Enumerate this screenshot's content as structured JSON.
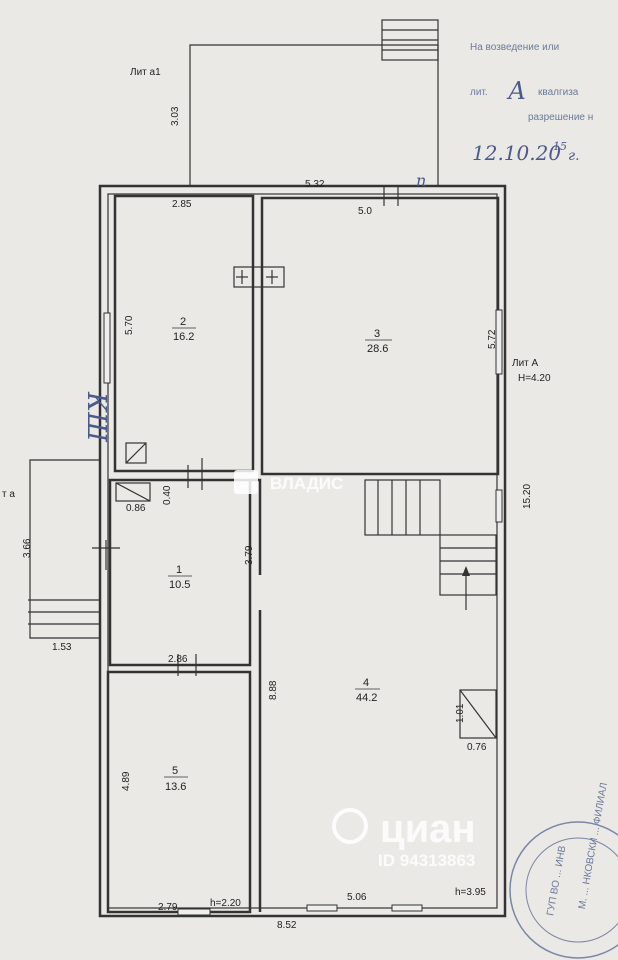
{
  "labels": {
    "lit_a1": "Лит а1",
    "lit_a_main": "Лит А",
    "height_main": "H=4.20",
    "lit_a_small": "т а",
    "h_395": "h=3.95",
    "h_220": "h=2.20"
  },
  "dimensions": {
    "d_3_03": "3.03",
    "d_5_32": "5.32",
    "d_5_0": "5.0",
    "d_2_85": "2.85",
    "d_5_70": "5.70",
    "d_5_72": "5.72",
    "d_15_20": "15.20",
    "d_0_40": "0.40",
    "d_0_86": "0.86",
    "d_3_79": "3.79",
    "d_3_66": "3.66",
    "d_1_53": "1.53",
    "d_2_86": "2.86",
    "d_8_88": "8.88",
    "d_1_01": "1.01",
    "d_0_76": "0.76",
    "d_4_89": "4.89",
    "d_2_79": "2.79",
    "d_5_06": "5.06",
    "d_8_52": "8.52"
  },
  "rooms": [
    {
      "number": "2",
      "area": "16.2"
    },
    {
      "number": "3",
      "area": "28.6"
    },
    {
      "number": "1",
      "area": "10.5"
    },
    {
      "number": "4",
      "area": "44.2"
    },
    {
      "number": "5",
      "area": "13.6"
    }
  ],
  "handwriting": {
    "letters_ku": "КШ",
    "letter_a": "А",
    "date": "12.10.20",
    "date_sup": "15",
    "date_suffix": "г.",
    "corner_mark": "п"
  },
  "stamp": {
    "line1": "На возведение или",
    "line2": "лит.",
    "line3": "квалгиза",
    "line4": "разрешение н",
    "seal_text": "М. ... НКОВСКИ ... ФИЛИАЛ",
    "seal_inner": "ГУП ВО ... ИНВ"
  },
  "watermarks": {
    "vladis": "ВЛАДИС",
    "cian": "циан",
    "cian_id": "ID 94313863"
  }
}
